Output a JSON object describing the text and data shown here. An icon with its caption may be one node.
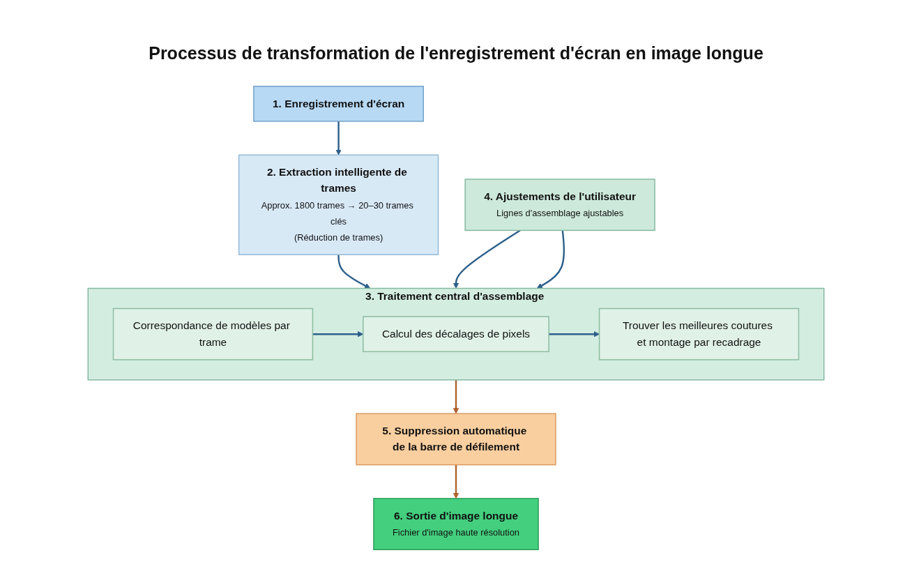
{
  "diagram": {
    "title": "Processus de transformation de l'enregistrement d'écran en image longue",
    "nodes": [
      {
        "text": [
          "1. Enregistrement d'écran"
        ]
      },
      {
        "text": [
          "2. Extraction intelligente de trames",
          "Approx. 1800 trames → 20–30 trames clés",
          "(Réduction de trames)"
        ]
      },
      {
        "text": [
          "3. Traitement central d'assemblage"
        ]
      },
      {
        "text": [
          "Correspondance de modèles par trame"
        ],
        "in": 2
      },
      {
        "text": [
          "Calcul des décalages de pixels"
        ],
        "in": 2
      },
      {
        "text": [
          "Trouver les meilleures coutures et montage par recadrage"
        ],
        "in": 2
      },
      {
        "text": [
          "4. Ajustements de l'utilisateur",
          "Lignes d'assemblage ajustables"
        ]
      },
      {
        "text": [
          "5. Suppression automatique de la barre de défilement"
        ]
      },
      {
        "text": [
          "6. Sortie d'image longue",
          "Fichier d'image haute résolution"
        ]
      }
    ],
    "edges": [
      {
        "from": 0,
        "to": 1,
        "arrow": "to"
      },
      {
        "from": 1,
        "to": 2,
        "arrow": "to"
      },
      {
        "from": 3,
        "to": 4,
        "arrow": "to"
      },
      {
        "from": 4,
        "to": 5,
        "arrow": "to"
      },
      {
        "from": 6,
        "to": 2,
        "arrow": "to"
      },
      {
        "from": 6,
        "to": 2,
        "arrow": "to"
      },
      {
        "from": 2,
        "to": 7,
        "arrow": "to",
        "color": "#b0622a"
      },
      {
        "from": 7,
        "to": 8,
        "arrow": "to",
        "color": "#b0622a"
      }
    ]
  }
}
